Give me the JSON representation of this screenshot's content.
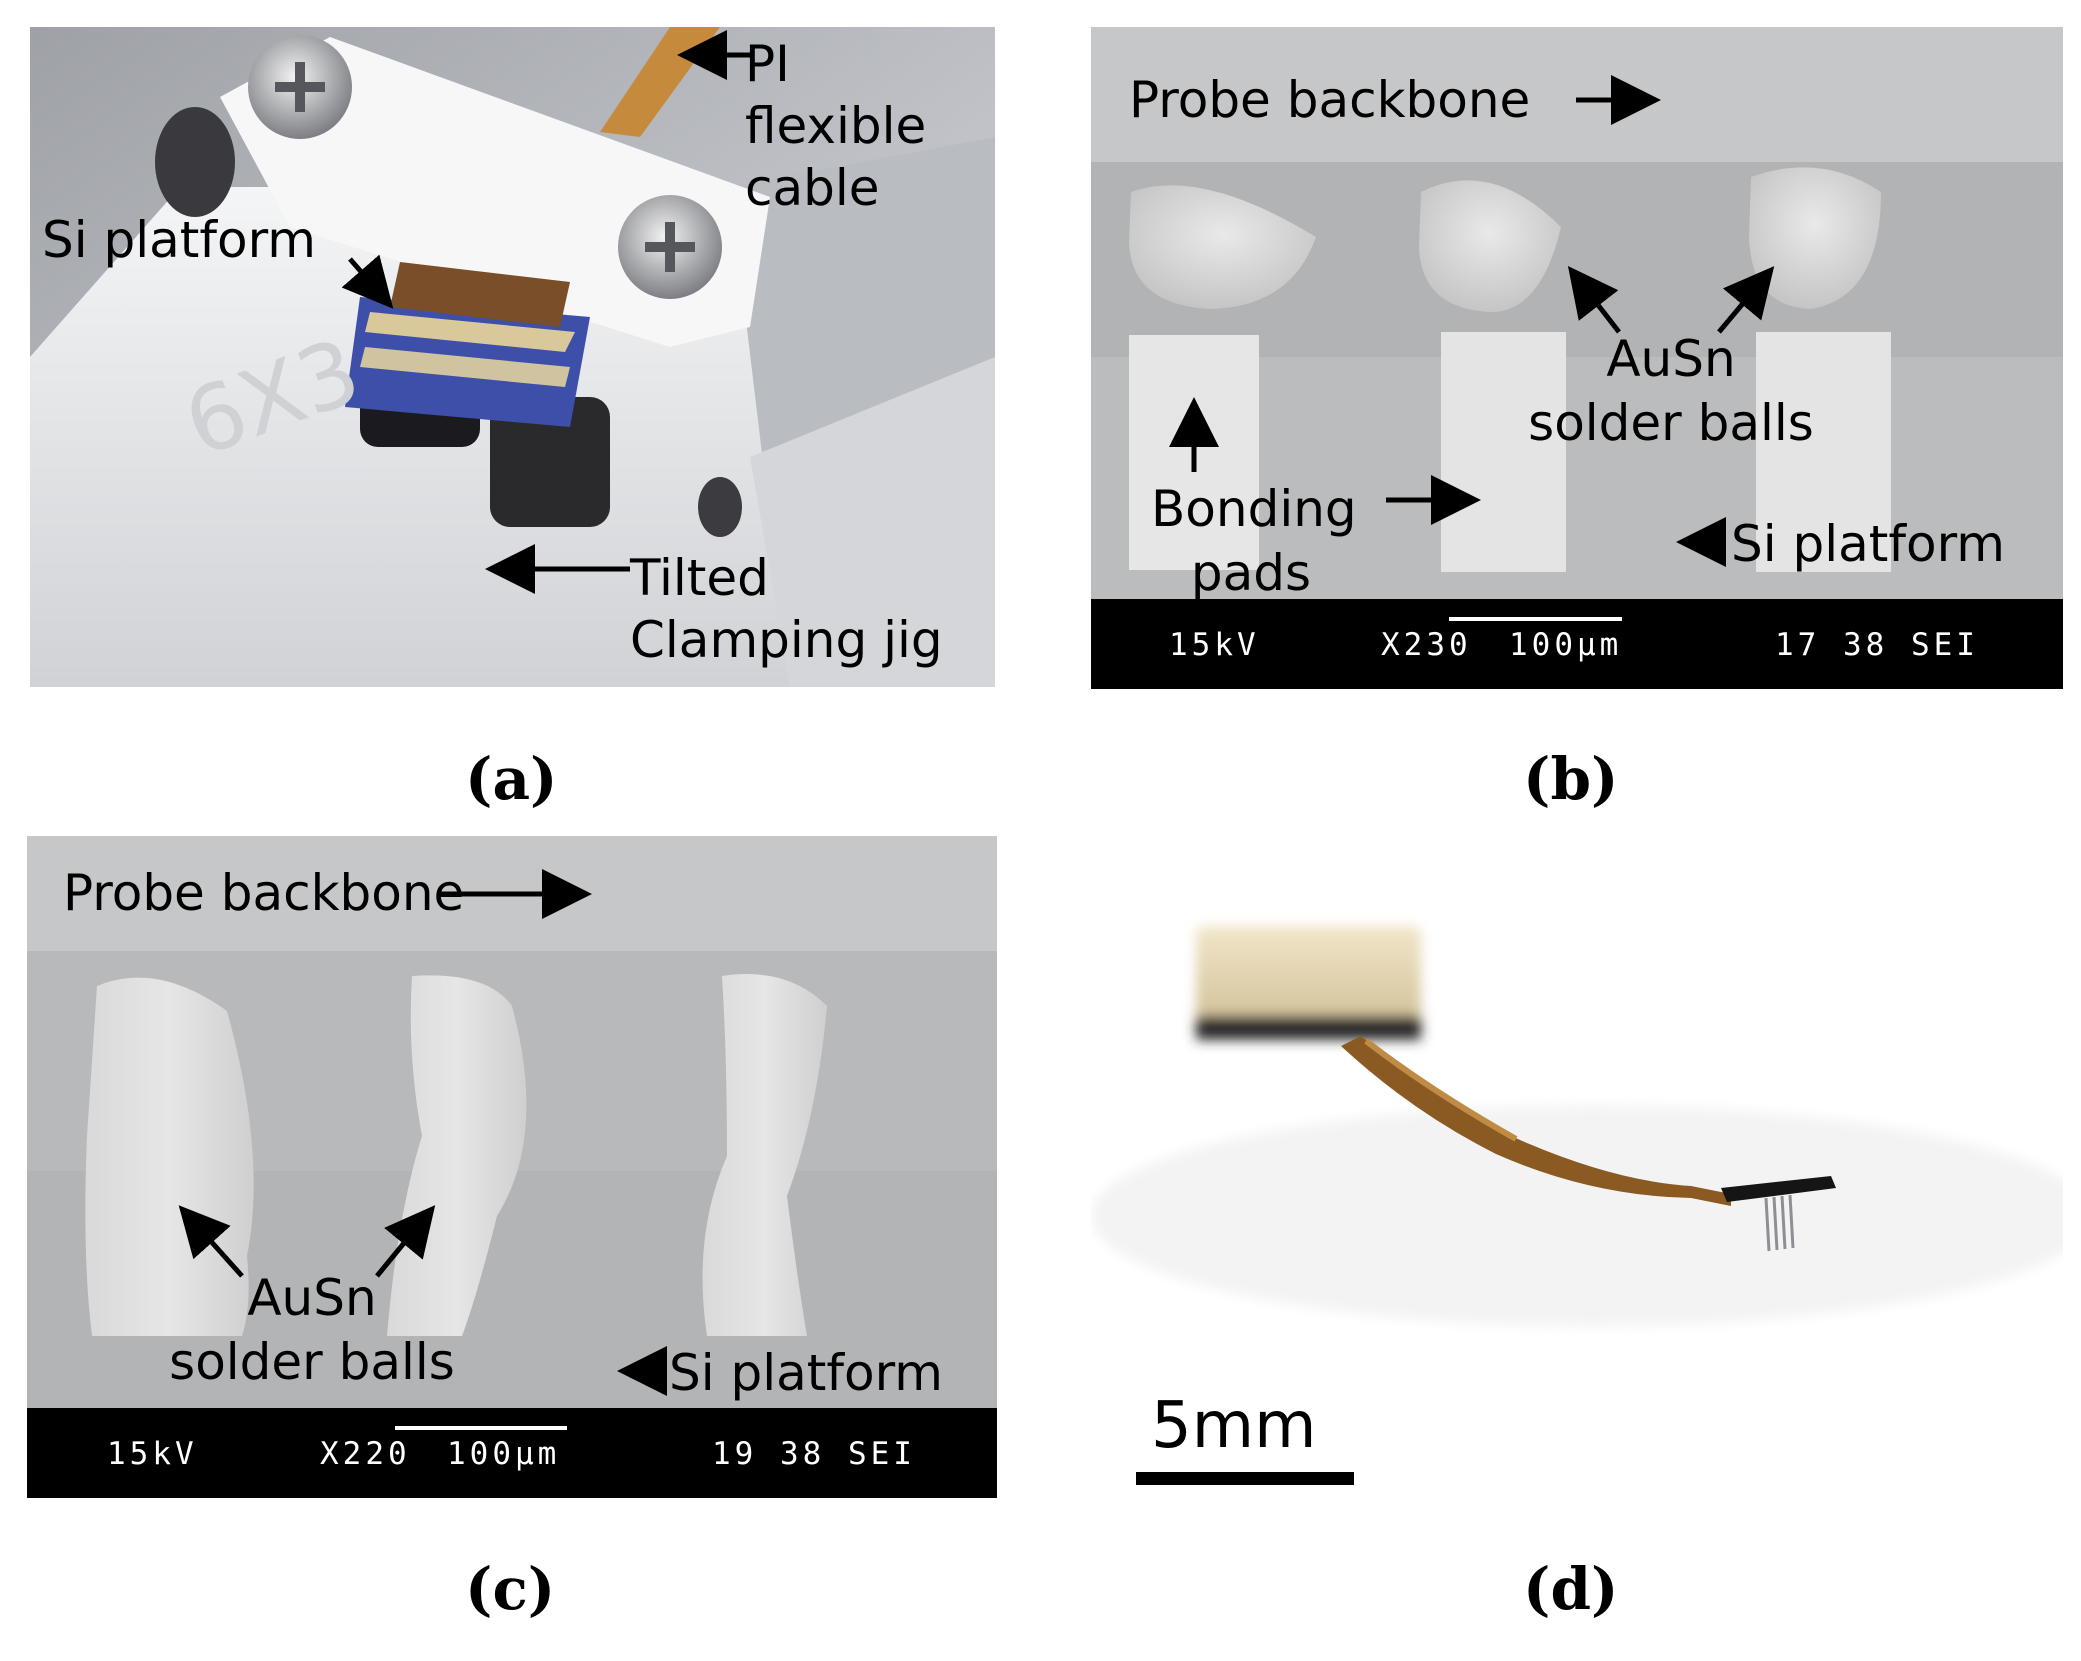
{
  "panel_a": {
    "caption": "(a)",
    "labels": {
      "pi_cable": "PI\nflexible\ncable",
      "si_platform": "Si platform",
      "clamping_jig": "Tilted\nClamping jig"
    }
  },
  "panel_b": {
    "caption": "(b)",
    "labels": {
      "backbone": "Probe backbone",
      "solder": "AuSn\nsolder balls",
      "pads": "Bonding\npads",
      "si_platform": "Si platform"
    },
    "sem": {
      "kv": "15kV",
      "mag": "X230",
      "scale": "100μm",
      "id": "17 38 SEI"
    }
  },
  "panel_c": {
    "caption": "(c)",
    "labels": {
      "backbone": "Probe backbone",
      "solder": "AuSn\nsolder balls",
      "si_platform": "Si platform"
    },
    "sem": {
      "kv": "15kV",
      "mag": "X220",
      "scale": "100μm",
      "id": "19 38 SEI"
    }
  },
  "panel_d": {
    "caption": "(d)",
    "scale_label": "5mm"
  }
}
